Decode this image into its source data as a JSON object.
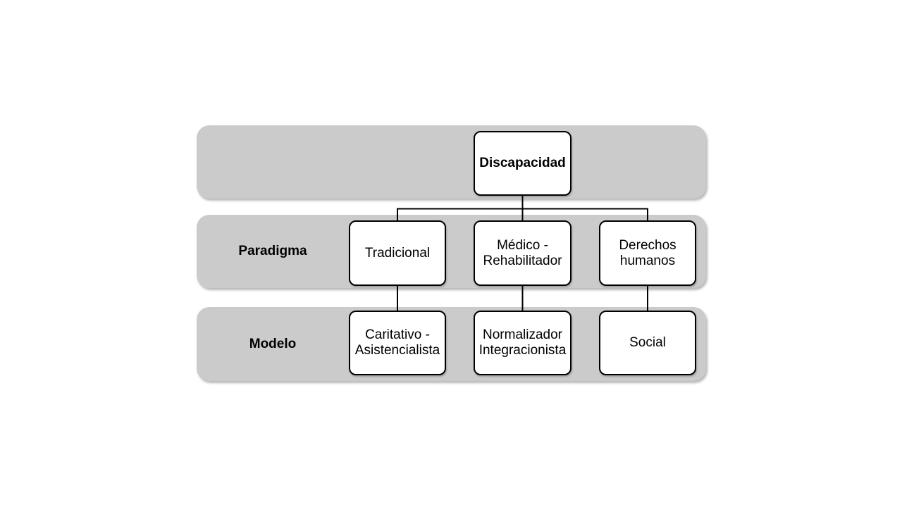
{
  "diagram": {
    "root": {
      "label": "Discapacidad"
    },
    "rows": [
      {
        "label": "Paradigma",
        "boxes": [
          {
            "label": "Tradicional"
          },
          {
            "label": "Médico - Rehabilitador"
          },
          {
            "label": "Derechos humanos"
          }
        ]
      },
      {
        "label": "Modelo",
        "boxes": [
          {
            "label": "Caritativo - Asistencialista"
          },
          {
            "label": "Normalizador Integracionista"
          },
          {
            "label": "Social"
          }
        ]
      }
    ],
    "colors": {
      "band": "#cbcbcb",
      "node_bg": "#ffffff",
      "node_border": "#000000",
      "connector": "#000000",
      "background": "#ffffff",
      "text": "#000000"
    }
  }
}
